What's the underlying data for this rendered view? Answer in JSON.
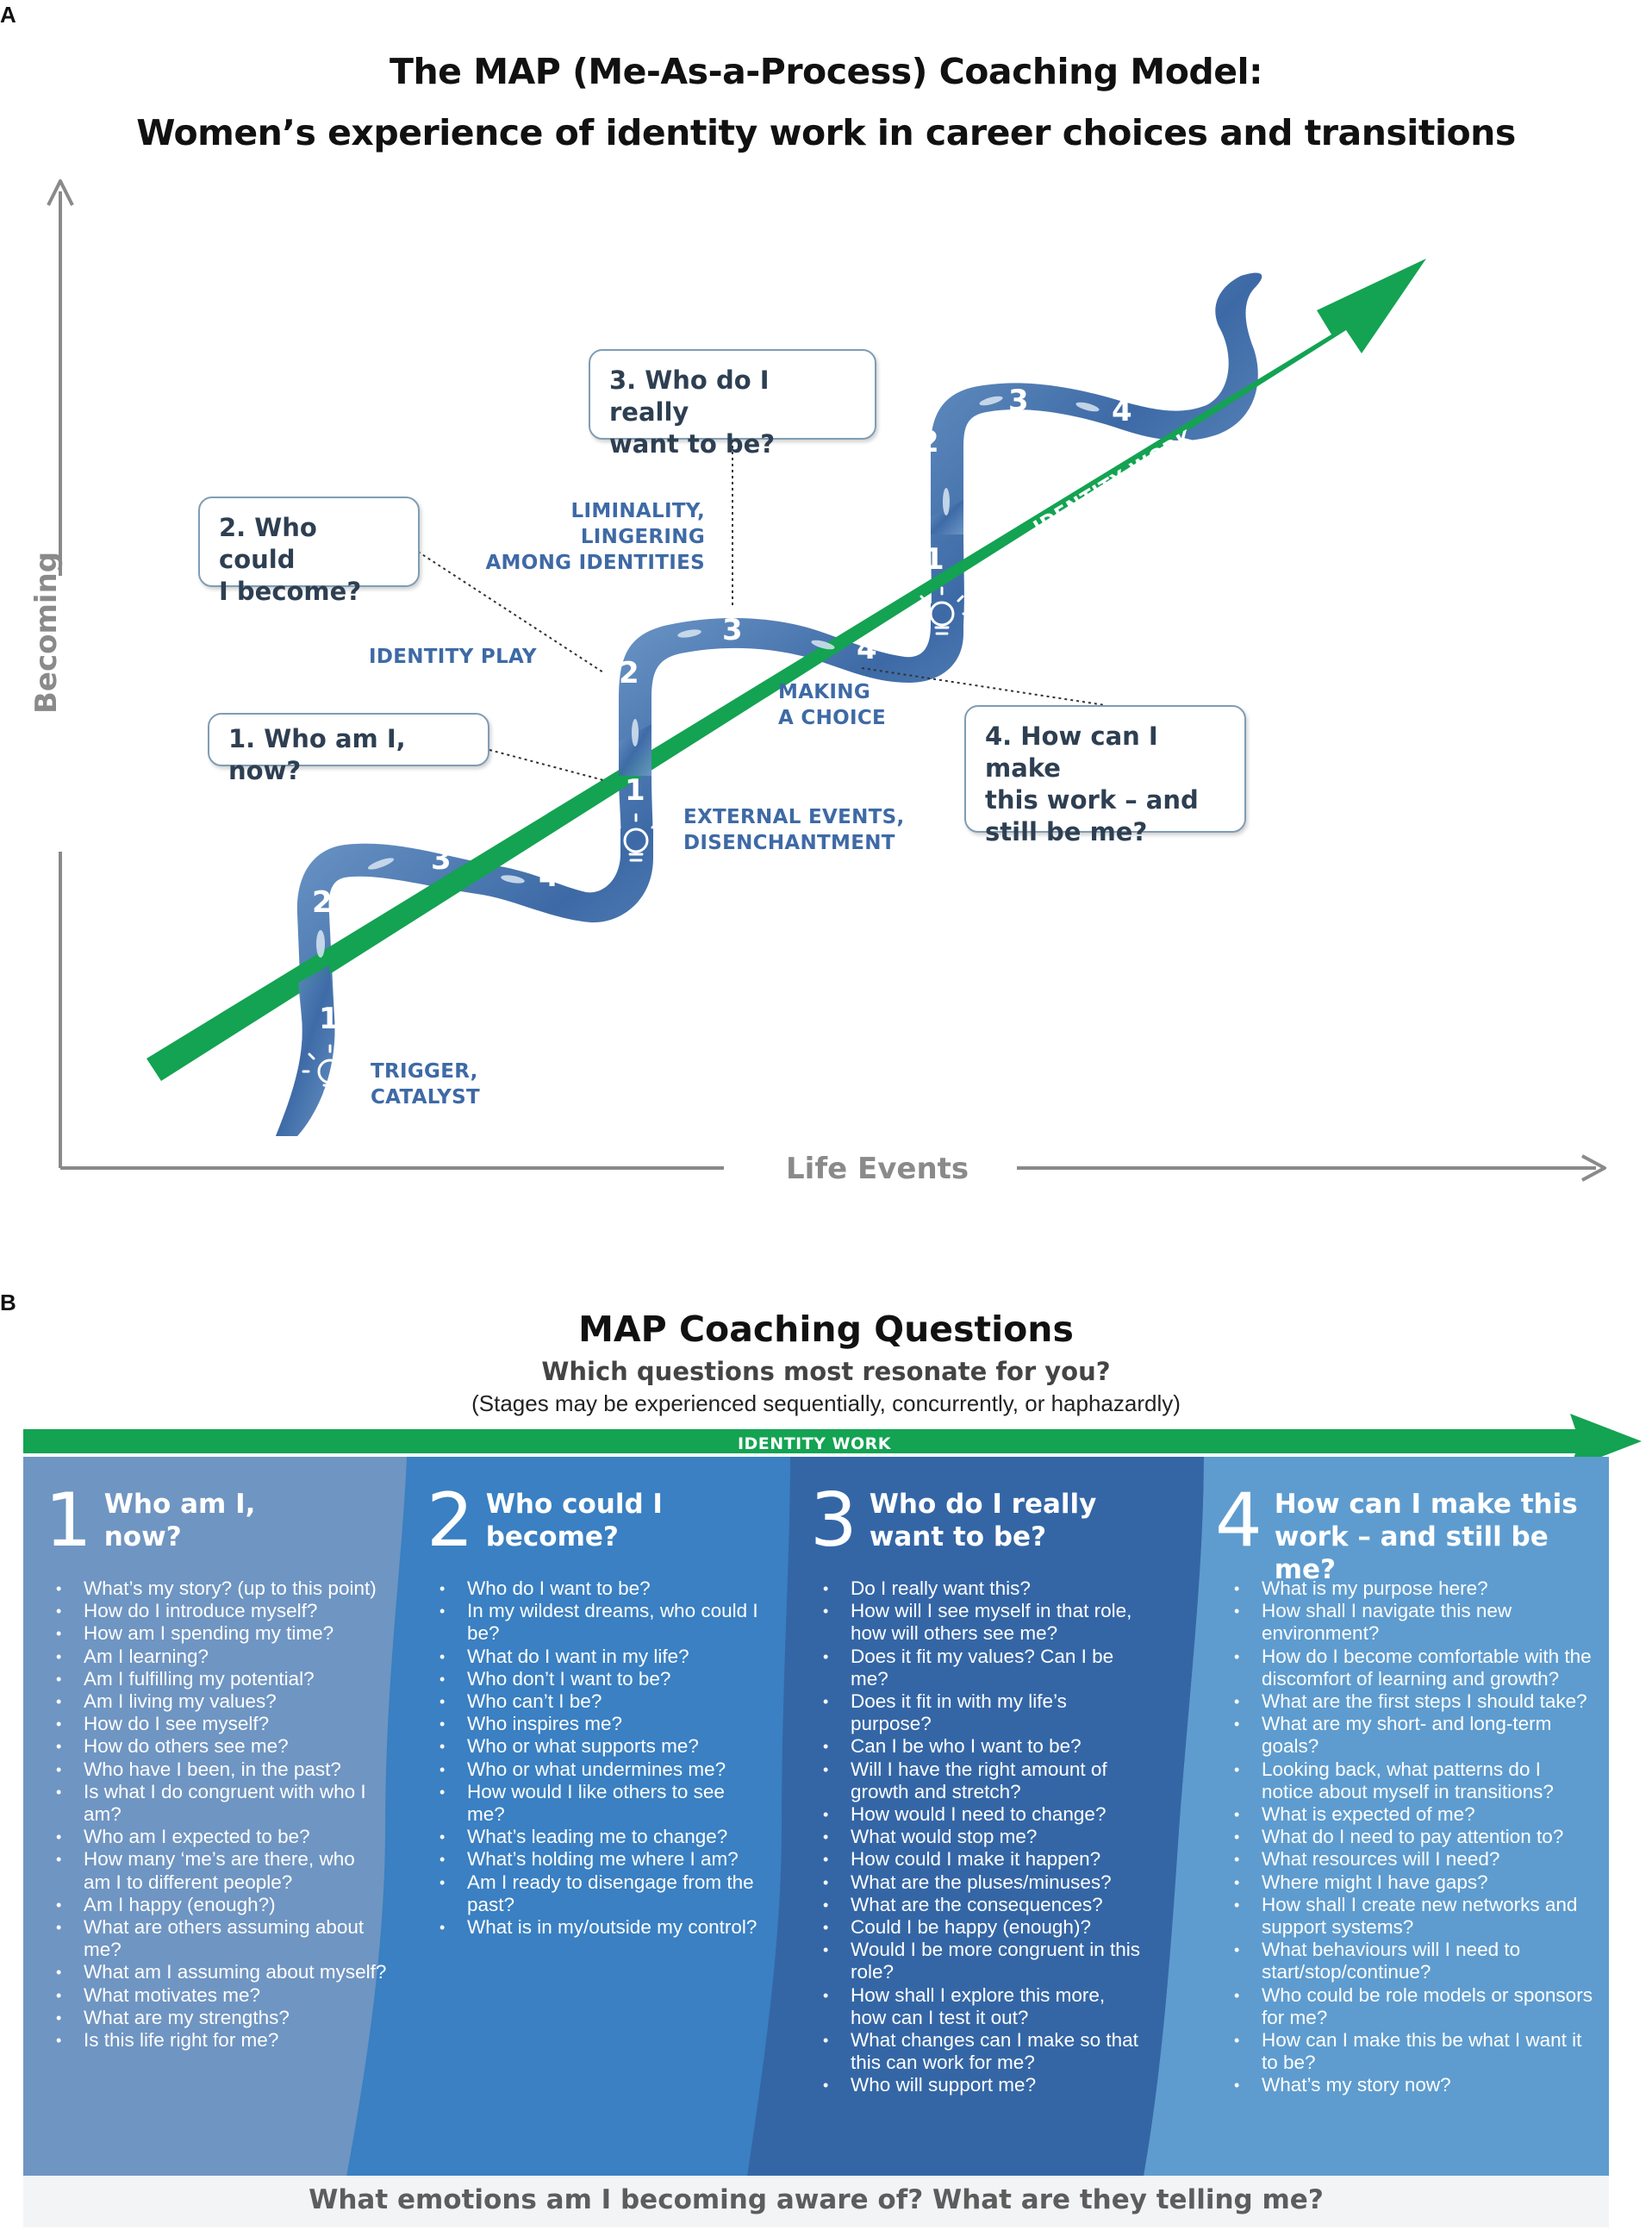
{
  "panel_a": {
    "letter": "A",
    "title_line1": "The MAP (Me-As-a-Process) Coaching Model:",
    "title_line2": "Women’s experience of identity work in career choices and transitions",
    "y_axis_label": "Becoming",
    "x_axis_label": "Life Events",
    "arrow_label": "IDENTITY WORK",
    "callouts": {
      "q1": "1. Who am I, now?",
      "q2_l1": "2. Who could",
      "q2_l2": "I become?",
      "q3_l1": "3. Who do I really",
      "q3_l2": "want to be?",
      "q4_l1": "4. How can I make",
      "q4_l2": "this work – and",
      "q4_l3": "still be me?"
    },
    "stage_labels": {
      "trigger_l1": "TRIGGER,",
      "trigger_l2": "CATALYST",
      "play": "IDENTITY PLAY",
      "liminality_l1": "LIMINALITY, LINGERING",
      "liminality_l2": "AMONG IDENTITIES",
      "external_l1": "EXTERNAL EVENTS,",
      "external_l2": "DISENCHANTMENT",
      "choice_l1": "MAKING",
      "choice_l2": "A CHOICE"
    },
    "ribbon_numbers": [
      "1",
      "2",
      "3",
      "4"
    ],
    "colors": {
      "arrow": "#13a352",
      "ribbon": "#3f6ea8",
      "callout_border": "#7f9db5",
      "stage_text": "#3e6aa6"
    }
  },
  "panel_b": {
    "letter": "B",
    "title": "MAP Coaching Questions",
    "subtitle": "Which questions most resonate for you?",
    "note": "(Stages may be experienced sequentially, concurrently, or haphazardly)",
    "arrow_label": "IDENTITY WORK",
    "footer": "What emotions am I becoming aware of? What are they telling me?",
    "columns": [
      {
        "num": "1",
        "title_l1": "Who am I,",
        "title_l2": "now?",
        "color": "#6f95c2",
        "questions": [
          "What’s my story? (up to this point)",
          "How do I introduce myself?",
          "How am I spending my time?",
          "Am I learning?",
          "Am I fulfilling my potential?",
          "Am I living my values?",
          "How do I see myself?",
          "How do others see me?",
          "Who have I been, in the past?",
          "Is what I do congruent with who I am?",
          "Who am I expected to be?",
          "How many ‘me’s are there, who am I to different people?",
          "Am I happy (enough?)",
          "What are others assuming about me?",
          "What am I assuming about myself?",
          "What motivates me?",
          "What are my strengths?",
          "Is this life right for me?"
        ]
      },
      {
        "num": "2",
        "title_l1": "Who could I",
        "title_l2": "become?",
        "color": "#3a80c2",
        "questions": [
          "Who do I want to be?",
          "In my wildest dreams, who could I be?",
          "What do I want in my life?",
          "Who don’t I want to be?",
          "Who can’t I be?",
          "Who inspires me?",
          "Who or what supports me?",
          "Who or what undermines me?",
          "How would I like others to see me?",
          "What’s leading me to change?",
          "What’s holding me where I am?",
          "Am I ready to disengage from the past?",
          "What is in my/outside my control?"
        ]
      },
      {
        "num": "3",
        "title_l1": "Who do I really",
        "title_l2": "want to be?",
        "color": "#3466a6",
        "questions": [
          "Do I really want this?",
          "How will I see myself in that role, how will others see me?",
          "Does it fit my values? Can I be me?",
          "Does it fit in with my life’s purpose?",
          "Can I be who I want to be?",
          "Will I have the right amount of growth and stretch?",
          "How would I need to change?",
          "What would stop me?",
          "How could I make it happen?",
          "What are the pluses/minuses?",
          "What are the consequences?",
          "Could I be happy (enough)?",
          "Would I be more congruent in this role?",
          "How shall I explore this more, how can I test it out?",
          "What changes can I make so that this can work for me?",
          "Who will support me?"
        ]
      },
      {
        "num": "4",
        "title_l1": "How can I make this",
        "title_l2": "work – and still be me?",
        "color": "#5e9ccf",
        "questions": [
          "What is my purpose here?",
          "How shall I navigate this new environment?",
          "How do I become comfortable with the discomfort of learning and growth?",
          "What are the first steps I should take?",
          "What are my short- and long-term goals?",
          "Looking back, what patterns do I notice about myself in transitions?",
          "What is expected of me?",
          "What do I need to pay attention to?",
          "What resources will I need?",
          "Where might I have gaps?",
          "How shall I create new networks and support systems?",
          "What behaviours will I need to start/stop/continue?",
          "Who could be role models or sponsors for me?",
          "How can I make this be what I want it to be?",
          "What’s my story now?"
        ]
      }
    ]
  }
}
